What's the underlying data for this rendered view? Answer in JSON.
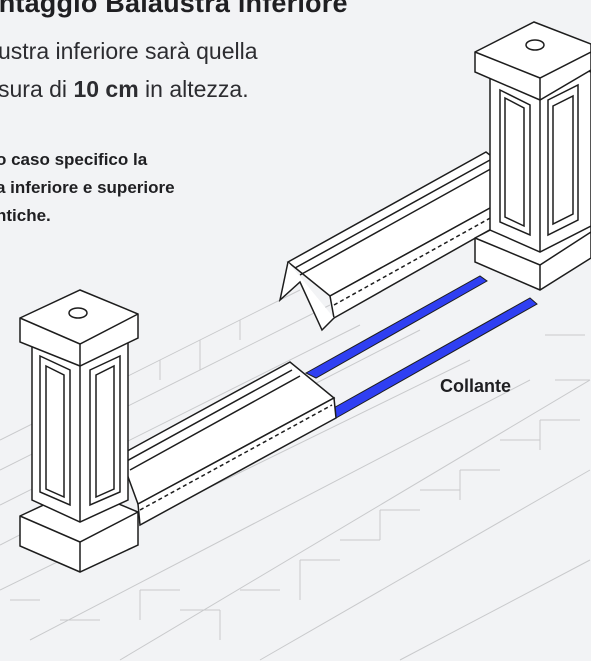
{
  "title": "ontaggio Balaustra inferiore",
  "intro": {
    "line1": "ustra inferiore sarà quella",
    "line2_pre": "sura di ",
    "line2_bold": "10 cm",
    "line2_post": " in altezza."
  },
  "note": {
    "line1": "o caso specifico la",
    "line2": "a inferiore e superiore",
    "line3": "ntiche."
  },
  "adhesive_label": "Collante",
  "colors": {
    "adhesive": "#2f3ff2",
    "line": "#1d1d1d",
    "background": "#f2f3f5",
    "floor": "#c9cacc"
  }
}
